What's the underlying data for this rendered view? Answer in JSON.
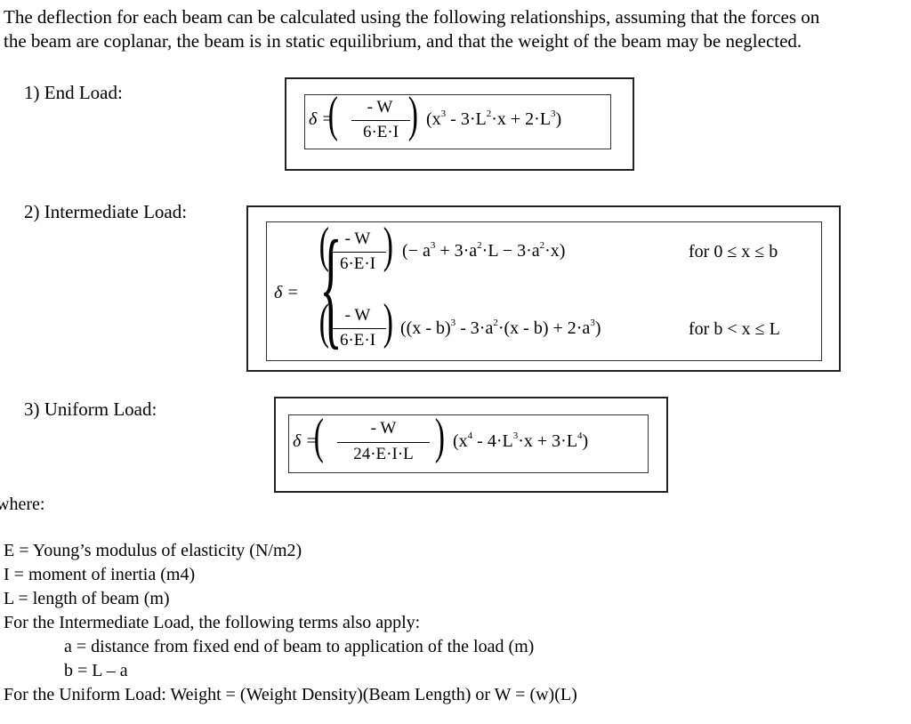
{
  "intro": [
    "The deflection for each beam can be calculated using the following relationships, assuming that the forces on",
    "the beam are coplanar, the beam is in static equilibrium, and that the weight of the beam may be neglected."
  ],
  "cases": {
    "end": {
      "label": "1)  End Load:",
      "delta": "δ =",
      "num": "- W",
      "den": "6·E·I",
      "body_a": "(x",
      "p1": "3",
      "body_b": " - 3·L",
      "p2": "2",
      "body_c": "·x + 2·L",
      "p3": "3",
      "body_d": ")"
    },
    "intermediate": {
      "label": "2)  Intermediate Load:",
      "delta": "δ =",
      "num1": "- W",
      "den1": "6·E·I",
      "expr1_a": "(− a",
      "expr1_p1": "3",
      "expr1_b": " + 3·a",
      "expr1_p2": "2",
      "expr1_c": "·L − 3·a",
      "expr1_p3": "2",
      "expr1_d": "·x)",
      "cond1": "for  0 ≤ x ≤ b",
      "num2": "- W",
      "den2": "6·E·I",
      "expr2_a": "((x - b)",
      "expr2_p1": "3",
      "expr2_b": " - 3·a",
      "expr2_p2": "2",
      "expr2_c": "·(x - b) + 2·a",
      "expr2_p3": "3",
      "expr2_d": ")",
      "cond2": "for  b < x ≤ L"
    },
    "uniform": {
      "label": "3)  Uniform Load:",
      "delta": "δ =",
      "num": "- W",
      "den": "24·E·I·L",
      "body_a": "(x",
      "p1": "4",
      "body_b": " - 4·L",
      "p2": "3",
      "body_c": "·x + 3·L",
      "p3": "4",
      "body_d": ")"
    }
  },
  "where": "where:",
  "definitions": {
    "E": "E = Young’s modulus of elasticity (N/m2)",
    "I": "I = moment of inertia (m4)",
    "L": "L = length of beam (m)",
    "intermediate_intro": "For the Intermediate Load, the following terms also apply:",
    "a": "a = distance from fixed end of beam to application of the load (m)",
    "b": "b = L – a",
    "uniform": "For the Uniform Load:  Weight = (Weight Density)(Beam Length)    or   W = (w)(L)"
  }
}
